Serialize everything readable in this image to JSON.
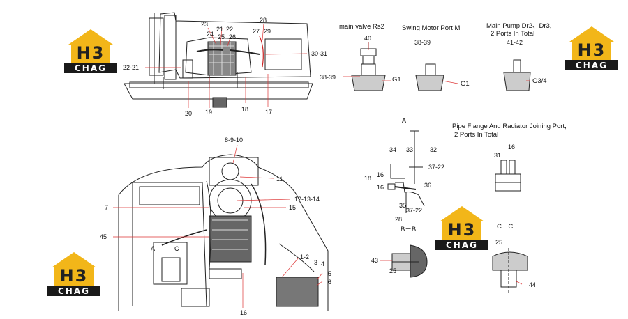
{
  "captions": {
    "main_valve": "main valve Rs2",
    "swing_motor": "Swing Motor Port M",
    "main_pump_line1": "Main Pump Dr2、Dr3,",
    "main_pump_line2": "2 Ports In Total",
    "pipe_flange_line1": "Pipe Flange And Radiator Joining Port,",
    "pipe_flange_line2": "2 Ports In Total",
    "section_bb": "B－B",
    "section_cc": "C－C",
    "view_a": "A"
  },
  "threads": {
    "g1_a": "G1",
    "g1_b": "G1",
    "g34": "G3/4"
  },
  "logo": {
    "mark": "H3",
    "word": "CHAG"
  },
  "callouts": [
    "23",
    "21",
    "22",
    "24",
    "25",
    "26",
    "28",
    "27",
    "29",
    "30-31",
    "22-21",
    "20",
    "19",
    "18",
    "17",
    "40",
    "38-39",
    "38-39",
    "41-42",
    "8-9-10",
    "11",
    "12-13-14",
    "15",
    "7",
    "45",
    "A",
    "C",
    "1-2",
    "3",
    "4",
    "5",
    "6",
    "16",
    "A",
    "33",
    "32",
    "34",
    "37-22",
    "16",
    "18",
    "16",
    "36",
    "35",
    "37-22",
    "28",
    "31",
    "16",
    "43",
    "25",
    "25",
    "44"
  ]
}
